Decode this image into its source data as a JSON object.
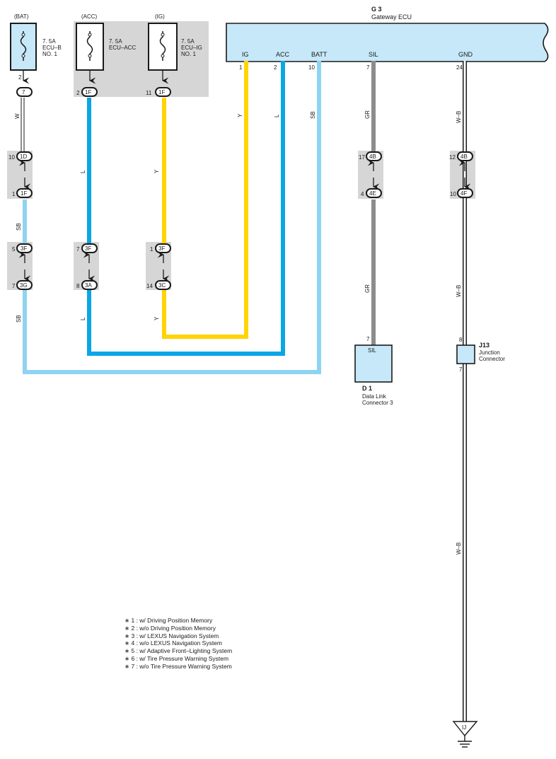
{
  "colors": {
    "sb": "#8ed4f2",
    "l": "#0aa6e6",
    "y": "#ffd400",
    "gr": "#8c8c8c",
    "wb": "#2a2a2a",
    "ecu_fill": "#c6e8f8",
    "gray_box": "#d6d6d6"
  },
  "ecu": {
    "ref": "G 3",
    "name": "Gateway ECU",
    "pins": [
      {
        "label": "IG",
        "num": "1"
      },
      {
        "label": "ACC",
        "num": "2"
      },
      {
        "label": "BATT",
        "num": "10"
      },
      {
        "label": "SIL",
        "num": "7"
      },
      {
        "label": "GND",
        "num": "24"
      }
    ]
  },
  "fuses": [
    {
      "source": "(BAT)",
      "line1": "7. 5A",
      "line2": "ECU–B",
      "line3": "NO. 1",
      "pin": "2",
      "conn": "7"
    },
    {
      "source": "(ACC)",
      "line1": "7. 5A",
      "line2": "ECU–ACC",
      "line3": "",
      "pin": "2",
      "conn": "1F"
    },
    {
      "source": "(IG)",
      "line1": "7. 5A",
      "line2": "ECU–IG",
      "line3": "NO. 1",
      "pin": "11",
      "conn": "1F"
    }
  ],
  "junctions": [
    {
      "top_pin": "10",
      "top_conn": "1D",
      "bot_pin": "1",
      "bot_conn": "1F"
    },
    {
      "top_pin": "5",
      "top_conn": "3F",
      "bot_pin": "7",
      "bot_conn": "3G"
    },
    {
      "top_pin": "7",
      "top_conn": "3F",
      "bot_pin": "8",
      "bot_conn": "3A"
    },
    {
      "top_pin": "1",
      "top_conn": "3F",
      "bot_pin": "14",
      "bot_conn": "3C"
    },
    {
      "top_pin": "17",
      "top_conn": "4B",
      "bot_pin": "4",
      "bot_conn": "4E"
    },
    {
      "top_pin": "12",
      "top_conn": "4B",
      "bot_pin": "10",
      "bot_conn": "4F"
    }
  ],
  "wire_labels": {
    "bat_w": "W",
    "bat_sb1": "SB",
    "bat_sb2": "SB",
    "acc_l1": "L",
    "acc_l2": "L",
    "acc_l3": "L",
    "ig_y1": "Y",
    "ig_y2": "Y",
    "ig_y3": "Y",
    "batt_sb": "SB",
    "sil_gr1": "GR",
    "sil_gr2": "GR",
    "gnd_wb1": "W–B",
    "gnd_wb2": "W–B",
    "gnd_wb3": "W–B"
  },
  "dlc": {
    "ref": "D 1",
    "name1": "Data Link",
    "name2": "Connector 3",
    "pin_label": "SIL",
    "pin": "7"
  },
  "junction_connector": {
    "ref": "J13",
    "name1": "Junction",
    "name2": "Connector",
    "pin_in": "8",
    "pin_out": "7"
  },
  "ground": {
    "label": "IJ"
  },
  "notes": [
    "∗ 1 : w/ Driving Position Memory",
    "∗ 2 : w/o Driving Position Memory",
    "∗ 3 : w/ LEXUS Navigation System",
    "∗ 4 : w/o LEXUS Navigation System",
    "∗ 5 : w/ Adaptive Front–Lighting System",
    "∗ 6 : w/ Tire Pressure Warning System",
    "∗ 7 : w/o Tire Pressure Warning System"
  ]
}
